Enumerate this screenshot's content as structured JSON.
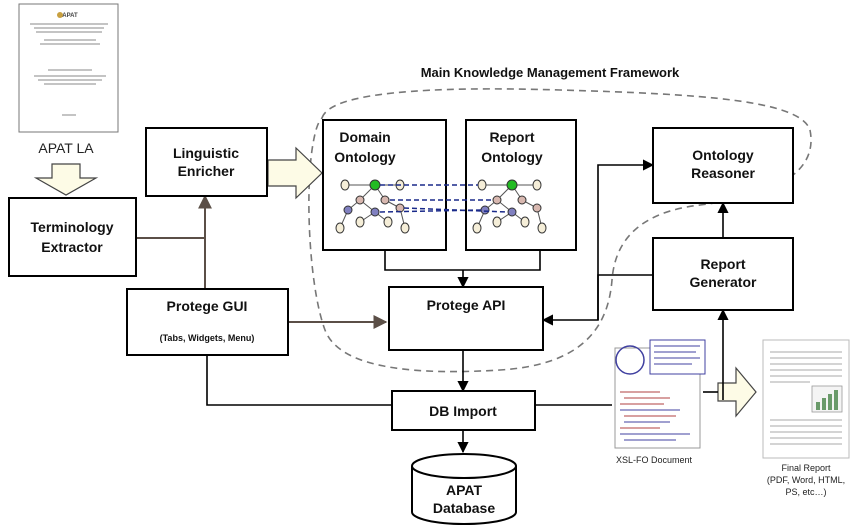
{
  "title": "Main Knowledge Management  Framework",
  "nodes": {
    "apat_la": {
      "label": "APAT LA",
      "doc_heading": "APAT"
    },
    "terminology_extractor": {
      "line1": "Terminology",
      "line2": "Extractor"
    },
    "linguistic_enricher": {
      "line1": "Linguistic",
      "line2": "Enricher"
    },
    "domain_ontology": {
      "line1": "Domain",
      "line2": "Ontology"
    },
    "report_ontology": {
      "line1": "Report",
      "line2": "Ontology"
    },
    "ontology_reasoner": {
      "line1": "Ontology",
      "line2": "Reasoner"
    },
    "report_generator": {
      "line1": "Report",
      "line2": "Generator"
    },
    "protege_gui": {
      "line1": "Protege GUI",
      "line2": "(Tabs, Widgets, Menu)"
    },
    "protege_api": {
      "label": "Protege API"
    },
    "db_import": {
      "label": "DB Import"
    },
    "apat_database": {
      "line1": "APAT",
      "line2": "Database"
    },
    "xsl_fo_document": {
      "label": "XSL-FO Document"
    },
    "final_report": {
      "line1": "Final Report",
      "line2": "(PDF, Word, HTML,",
      "line3": "PS, etc…)"
    }
  },
  "colors": {
    "box_stroke": "#000000",
    "gray_connector": "#5b4f47",
    "dashed_boundary": "#777777",
    "block_arrow_fill": "#fdfbe6",
    "root_node": "#22bb22",
    "mid_node": "#d8b8b0",
    "purple_node": "#8080c0",
    "leaf_node": "#f5eed8",
    "mapping_line": "#1a2a8a"
  }
}
